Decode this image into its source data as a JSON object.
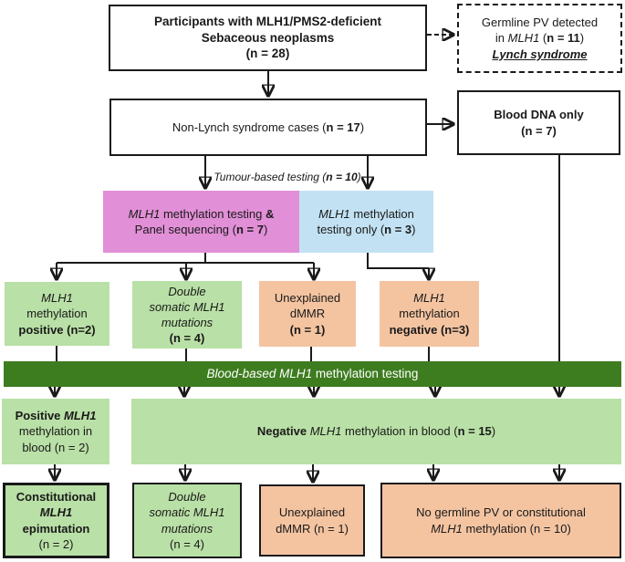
{
  "palette": {
    "pink": "#e18fd6",
    "blue": "#c2e2f3",
    "light_green": "#b9e0a6",
    "dark_green": "#3e7c20",
    "salmon": "#f4c4a1",
    "line_black": "#1a1a1a"
  },
  "boxes": {
    "participants": {
      "l1": "Participants with MLH1/PMS2-deficient",
      "l2": "Sebaceous neoplasms",
      "l3": "(n = 28)"
    },
    "lynch": {
      "l1": "Germline PV detected",
      "l2": [
        "in ",
        "MLH1",
        " (",
        "n = 11",
        ")"
      ],
      "l3": "Lynch syndrome"
    },
    "nonlynch": {
      "l1": [
        "Non-Lynch syndrome cases (",
        "n = 17",
        ")"
      ]
    },
    "blood_dna": {
      "l1": "Blood DNA only",
      "l2": "(n = 7)"
    },
    "tumour_label": [
      "Tumour-based testing (",
      "n = 10",
      ")"
    ],
    "meth_and_panel": {
      "l1": [
        "MLH1",
        " methylation testing ",
        "&"
      ],
      "l2": [
        "Panel sequencing (",
        "n = 7",
        ")"
      ]
    },
    "meth_only": {
      "l1": [
        "MLH1",
        " methylation"
      ],
      "l2": [
        "testing only (",
        "n = 3",
        ")"
      ]
    },
    "meth_positive": {
      "l1": "MLH1",
      "l2": "methylation",
      "l3": "positive (n=2)"
    },
    "double_somatic_top": {
      "l1": "Double",
      "l2": "somatic MLH1",
      "l3": "mutations",
      "l4": "(n = 4)"
    },
    "unexplained_top": {
      "l1": "Unexplained",
      "l2": "dMMR",
      "l3": "(n = 1)"
    },
    "meth_negative": {
      "l1": "MLH1",
      "l2": "methylation",
      "l3": "negative (n=3)"
    },
    "blood_bar": {
      "a": "Blood-based MLH1",
      "b": " methylation testing"
    },
    "positive_blood": {
      "l1": [
        "Positive ",
        "MLH1"
      ],
      "l2": "methylation in",
      "l3": "blood (n = 2)"
    },
    "negative_blood": {
      "l1": [
        "Negative ",
        "MLH1",
        " methylation in blood (",
        "n = 15",
        ")"
      ]
    },
    "constitutional": {
      "l1": "Constitutional",
      "l2": "MLH1",
      "l3": "epimutation",
      "l4": "(n = 2)"
    },
    "double_somatic_bottom": {
      "l1": "Double",
      "l2": "somatic MLH1",
      "l3": "mutations",
      "l4": "(n = 4)"
    },
    "unexplained_bottom": {
      "l1": "Unexplained",
      "l2": "dMMR (n = 1)"
    },
    "no_germline": {
      "l1": "No germline PV or constitutional",
      "l2": [
        "MLH1",
        " methylation (n = 10)"
      ]
    }
  }
}
